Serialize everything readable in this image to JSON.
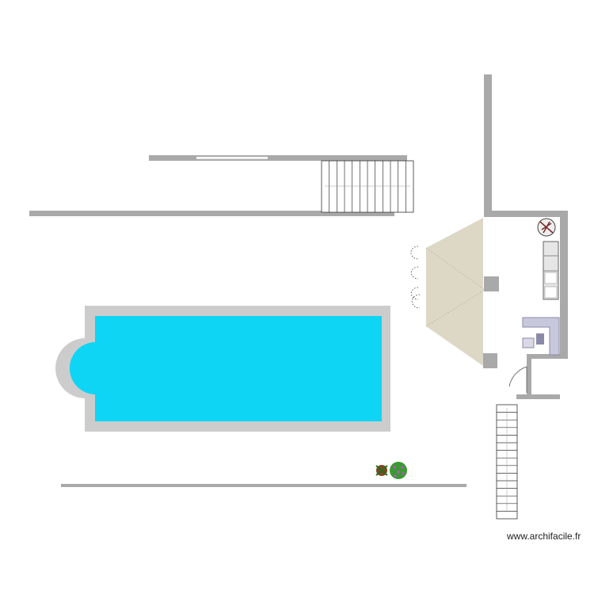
{
  "watermark": "www.archifacile.fr",
  "colors": {
    "wall": "#a9a9a9",
    "pool_water": "#0fd5f5",
    "pool_coping": "#cccccc",
    "pergola": "#ddd8c6",
    "sofa": "#c8c8dc",
    "plant": "#3a9a32"
  },
  "elements": {
    "stairs_top_steps": 12,
    "stairs_bottom_steps": 15
  }
}
